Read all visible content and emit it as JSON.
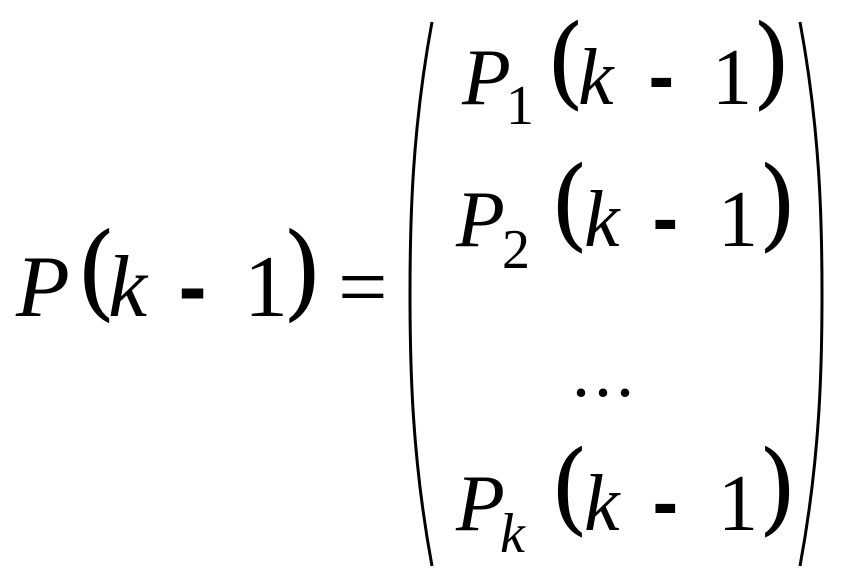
{
  "lhs": {
    "symbol": "P",
    "open_paren": "(",
    "variable": "k",
    "operator": "-",
    "constant": "1",
    "close_paren": ")"
  },
  "equals": "=",
  "vector": {
    "rows": [
      {
        "symbol": "P",
        "subscript": "1",
        "open_paren": "(",
        "variable": "k",
        "operator": "-",
        "constant": "1",
        "close_paren": ")"
      },
      {
        "symbol": "P",
        "subscript": "2",
        "open_paren": "(",
        "variable": "k",
        "operator": "-",
        "constant": "1",
        "close_paren": ")"
      },
      {
        "ellipsis": "..."
      },
      {
        "symbol": "P",
        "subscript": "k",
        "open_paren": "(",
        "variable": "k",
        "operator": "-",
        "constant": "1",
        "close_paren": ")"
      }
    ]
  }
}
